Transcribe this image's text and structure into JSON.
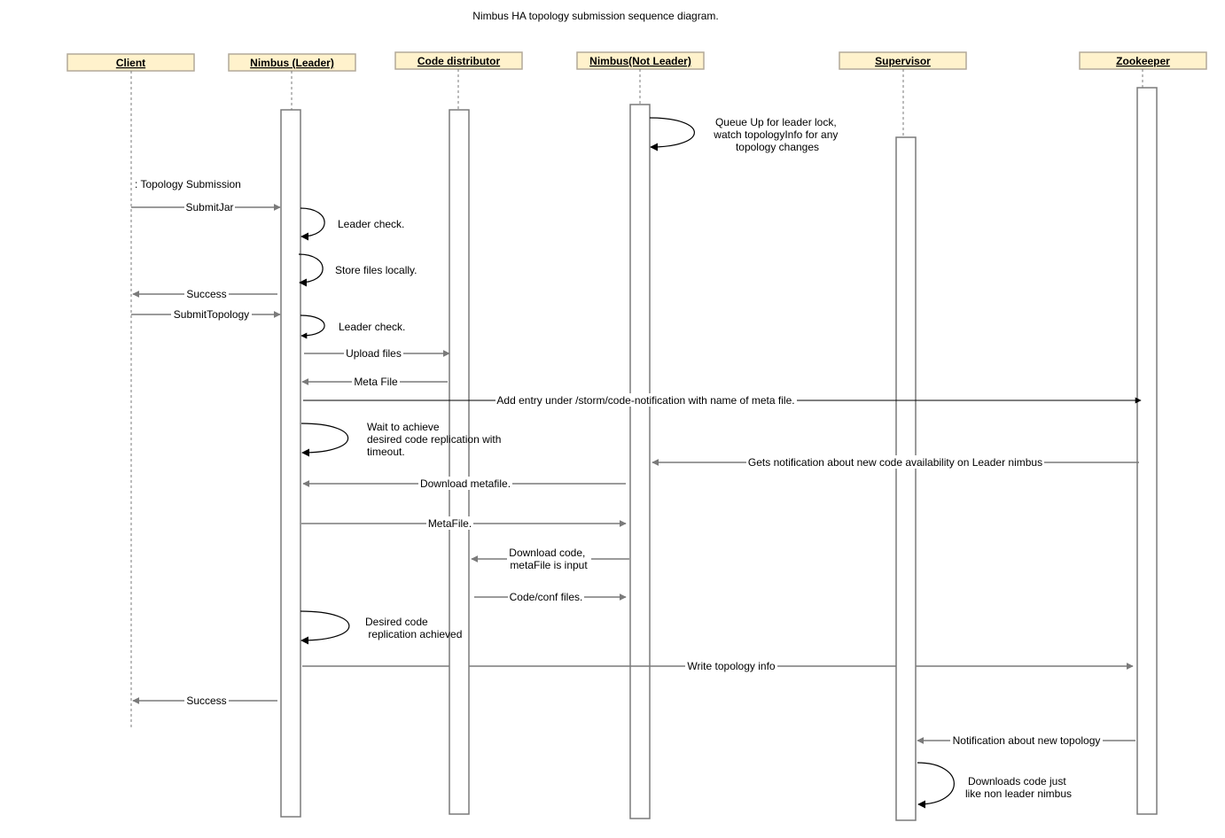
{
  "title": "Nimbus HA topology submission sequence diagram.",
  "colors": {
    "actor_fill": "#fff2cc",
    "actor_stroke": "#b2a999",
    "line": "#7a7a7a",
    "self_call": "#000000"
  },
  "actors": [
    {
      "id": "client",
      "label": "Client"
    },
    {
      "id": "leader",
      "label": "Nimbus (Leader)"
    },
    {
      "id": "codedist",
      "label": "Code distributor"
    },
    {
      "id": "notleader",
      "label": "Nimbus(Not Leader)"
    },
    {
      "id": "supervisor",
      "label": "Supervisor"
    },
    {
      "id": "zookeeper",
      "label": "Zookeeper"
    }
  ],
  "notes": [
    {
      "id": "topology-submission",
      "text": ": Topology Submission"
    }
  ],
  "messages": [
    {
      "id": "submit-jar",
      "label": "SubmitJar"
    },
    {
      "id": "success-1",
      "label": "Success"
    },
    {
      "id": "submit-topology",
      "label": "SubmitTopology"
    },
    {
      "id": "upload-files",
      "label": "Upload files"
    },
    {
      "id": "meta-file",
      "label": "Meta File"
    },
    {
      "id": "add-entry",
      "label": "Add entry under /storm/code-notification with name of meta file."
    },
    {
      "id": "gets-notification",
      "label": "Gets notification about new code availability on Leader nimbus"
    },
    {
      "id": "download-metafile",
      "label": "Download metafile."
    },
    {
      "id": "metafile",
      "label": "MetaFile."
    },
    {
      "id": "download-code",
      "lines": [
        "Download code,",
        "metaFile is input"
      ]
    },
    {
      "id": "code-conf-files",
      "label": "Code/conf files."
    },
    {
      "id": "write-topology-info",
      "label": "Write topology info"
    },
    {
      "id": "success-2",
      "label": "Success"
    },
    {
      "id": "notification-new-topology",
      "label": "Notification about new topology"
    }
  ],
  "self_calls": [
    {
      "id": "queue-up",
      "lines": [
        "Queue Up for leader lock,",
        "watch topologyInfo for any",
        "topology changes"
      ]
    },
    {
      "id": "leader-check-1",
      "lines": [
        "Leader check."
      ]
    },
    {
      "id": "store-files",
      "lines": [
        "Store files locally."
      ]
    },
    {
      "id": "leader-check-2",
      "lines": [
        "Leader check."
      ]
    },
    {
      "id": "wait-replication",
      "lines": [
        "Wait to achieve",
        "desired code replication with",
        "timeout."
      ]
    },
    {
      "id": "replication-achieved",
      "lines": [
        "Desired code",
        " replication achieved"
      ]
    },
    {
      "id": "downloads-code",
      "lines": [
        "Downloads code just",
        "like non leader nimbus"
      ]
    }
  ]
}
